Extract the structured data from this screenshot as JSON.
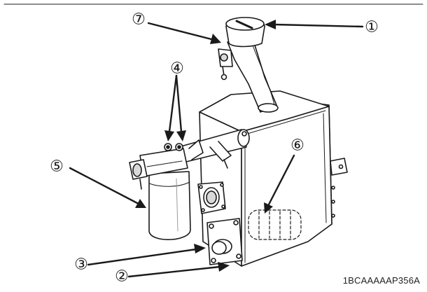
{
  "callouts": [
    {
      "id": "1",
      "label": "①"
    },
    {
      "id": "2",
      "label": "②"
    },
    {
      "id": "3",
      "label": "③"
    },
    {
      "id": "4",
      "label": "④"
    },
    {
      "id": "5",
      "label": "⑤"
    },
    {
      "id": "6",
      "label": "⑥"
    },
    {
      "id": "7",
      "label": "⑦"
    }
  ],
  "reference_code": "1BCAAAAAP356A",
  "colors": {
    "line": "#1a1a1a",
    "fill": "#ffffff",
    "shade": "#d9d9d9"
  }
}
